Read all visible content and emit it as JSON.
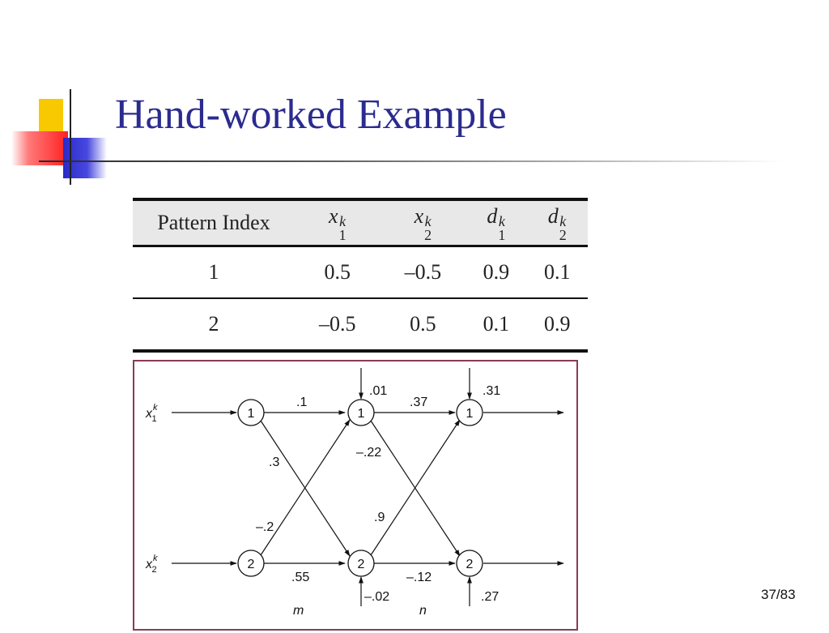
{
  "title": "Hand-worked Example",
  "table": {
    "headers": {
      "pattern_index": "Pattern Index",
      "x1": {
        "base": "x",
        "sup": "k",
        "sub": "1"
      },
      "x2": {
        "base": "x",
        "sup": "k",
        "sub": "2"
      },
      "d1": {
        "base": "d",
        "sup": "k",
        "sub": "1"
      },
      "d2": {
        "base": "d",
        "sup": "k",
        "sub": "2"
      }
    },
    "rows": [
      [
        "1",
        "0.5",
        "–0.5",
        "0.9",
        "0.1"
      ],
      [
        "2",
        "–0.5",
        "0.5",
        "0.1",
        "0.9"
      ]
    ]
  },
  "network": {
    "inputs": [
      {
        "base": "x",
        "sup": "k",
        "sub": "1"
      },
      {
        "base": "x",
        "sup": "k",
        "sub": "2"
      }
    ],
    "nodes": {
      "input": [
        "1",
        "2"
      ],
      "hidden": [
        "1",
        "2"
      ],
      "output": [
        "1",
        "2"
      ]
    },
    "weights_input_hidden": {
      "w11": ".1",
      "w12": ".3",
      "w21": "–.2",
      "w22": ".55"
    },
    "weights_hidden_output": {
      "w11": ".37",
      "w12": "–.22",
      "w21": ".9",
      "w22": "–.12"
    },
    "biases": {
      "hidden1": ".01",
      "hidden2": "–.02",
      "output1": ".31",
      "output2": ".27"
    },
    "layer_labels": {
      "m": "m",
      "n": "n"
    }
  },
  "page_number": "37/83"
}
